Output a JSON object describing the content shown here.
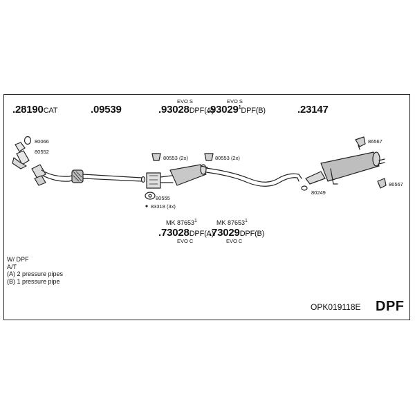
{
  "top_parts": [
    {
      "number": ".28190",
      "suffix": "CAT"
    },
    {
      "number": ".09539",
      "suffix": ""
    },
    {
      "number": ".93028",
      "suffix": "DPF(A)",
      "note": "EVO S"
    },
    {
      "number": ".93029",
      "sup": "1",
      "suffix": "DPF(B)",
      "note": "EVO S"
    },
    {
      "number": ".23147",
      "suffix": ""
    }
  ],
  "bottom_parts": [
    {
      "mk": "MK  87653",
      "sup": "1",
      "number": ".73028",
      "suffix": "DPF(A)",
      "note": "EVO C"
    },
    {
      "mk": "MK  87653",
      "sup": "1",
      "number": ".73029",
      "suffix": "DPF(B)",
      "note": "EVO C"
    }
  ],
  "small_labels": {
    "gasket_80066": "80066",
    "clamp_80552": "80552",
    "mount_80553_a": "80553 (2x)",
    "mount_80553_b": "80553 (2x)",
    "gasket_80555": "80555",
    "bolt_83318": "83318 (3x)",
    "hanger_86567_top": "86567",
    "hanger_86567_bottom": "86567",
    "ring_80249": "80249"
  },
  "notes": [
    "W/ DPF",
    "A/T",
    "(A) 2 pressure pipes",
    "(B) 1 pressure pipe"
  ],
  "footer": {
    "code": "OPK019118E",
    "badge": "DPF"
  }
}
